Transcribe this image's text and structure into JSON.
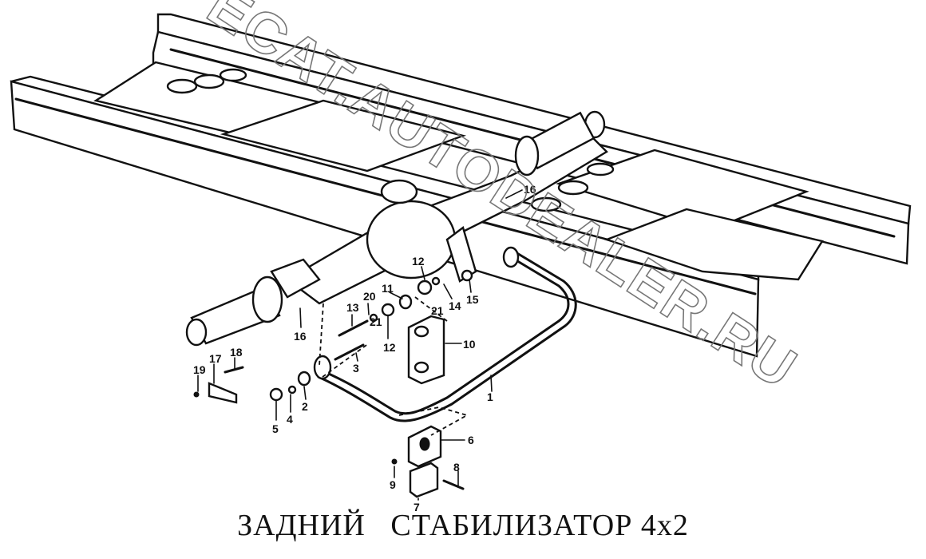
{
  "title": "ЗАДНИЙ   СТАБИЛИЗАТОР 4x2",
  "watermark": "ECAT.AUTODEALER.RU",
  "callouts": [
    "1",
    "2",
    "3",
    "4",
    "5",
    "6",
    "7",
    "8",
    "9",
    "10",
    "11",
    "12",
    "12",
    "13",
    "14",
    "15",
    "16",
    "16",
    "17",
    "18",
    "19",
    "20",
    "21",
    "21"
  ],
  "colors": {
    "ink": "#111111",
    "background": "#ffffff",
    "watermark": "#777777"
  }
}
